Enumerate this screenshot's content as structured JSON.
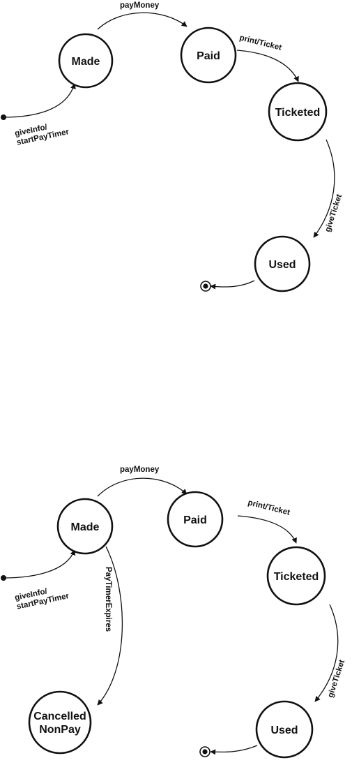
{
  "diagrams": [
    {
      "states": {
        "made": "Made",
        "paid": "Paid",
        "ticketed": "Ticketed",
        "used": "Used"
      },
      "transitions": {
        "initial_line1": "giveInfo/",
        "initial_line2": "startPayTimer",
        "pay": "payMoney",
        "print": "print/Ticket",
        "give": "giveTicket"
      }
    },
    {
      "states": {
        "made": "Made",
        "paid": "Paid",
        "ticketed": "Ticketed",
        "used": "Used",
        "cancelled_line1": "Cancelled",
        "cancelled_line2": "NonPay"
      },
      "transitions": {
        "initial_line1": "giveInfo/",
        "initial_line2": "startPayTimer",
        "pay": "payMoney",
        "print": "print/Ticket",
        "give": "giveTicket",
        "expires": "PayTimerExpires"
      }
    }
  ]
}
